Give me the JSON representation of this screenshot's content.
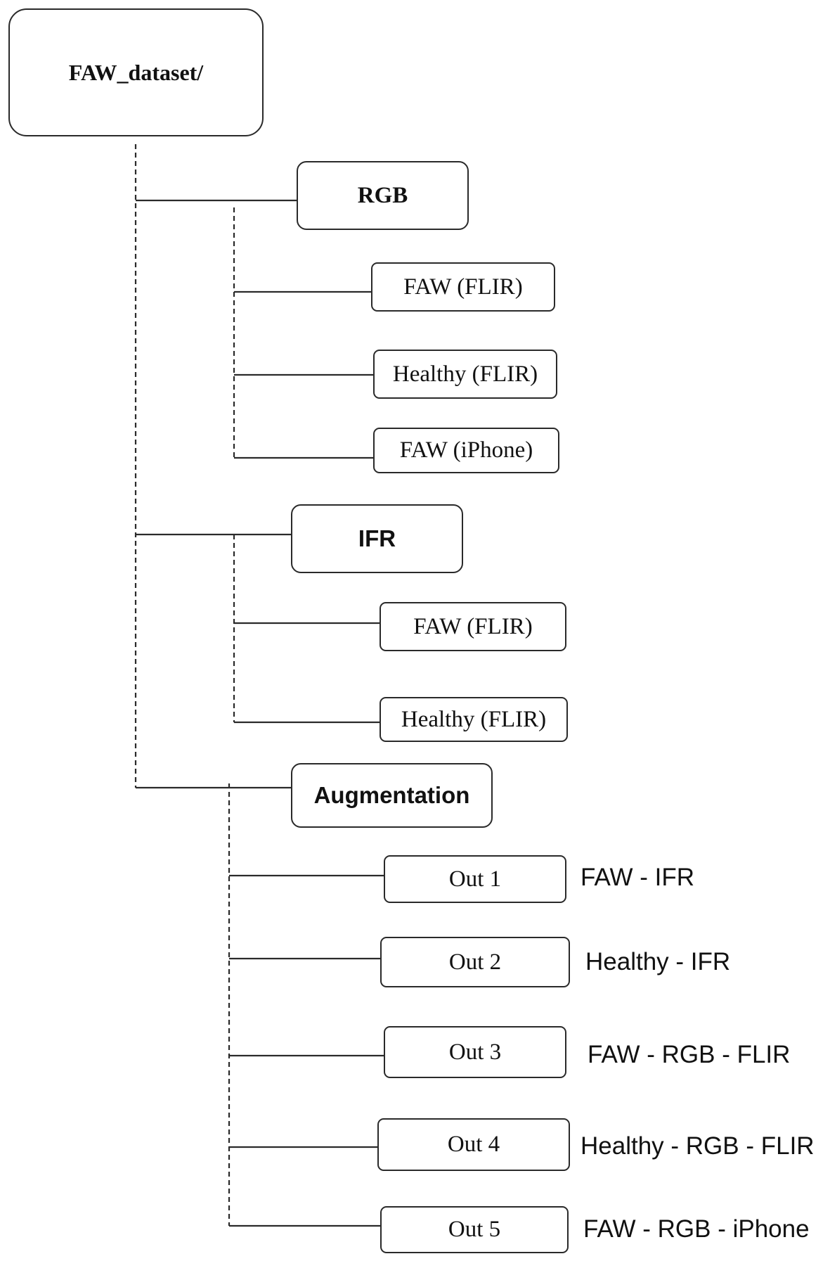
{
  "tree": {
    "root": {
      "label": "FAW_dataset/"
    },
    "rgb": {
      "label": "RGB",
      "children": [
        "FAW (FLIR)",
        "Healthy (FLIR)",
        "FAW (iPhone)"
      ]
    },
    "ifr": {
      "label": "IFR",
      "children": [
        "FAW (FLIR)",
        "Healthy (FLIR)"
      ]
    },
    "augmentation": {
      "label": "Augmentation",
      "outputs": [
        {
          "label": "Out 1",
          "caption": "FAW - IFR"
        },
        {
          "label": "Out 2",
          "caption": "Healthy - IFR"
        },
        {
          "label": "Out 3",
          "caption": "FAW - RGB - FLIR"
        },
        {
          "label": "Out 4",
          "caption": "Healthy - RGB - FLIR"
        },
        {
          "label": "Out 5",
          "caption": "FAW - RGB - iPhone"
        }
      ]
    }
  },
  "colors": {
    "line": "#2a2a2a",
    "text": "#111111",
    "background": "#ffffff"
  }
}
